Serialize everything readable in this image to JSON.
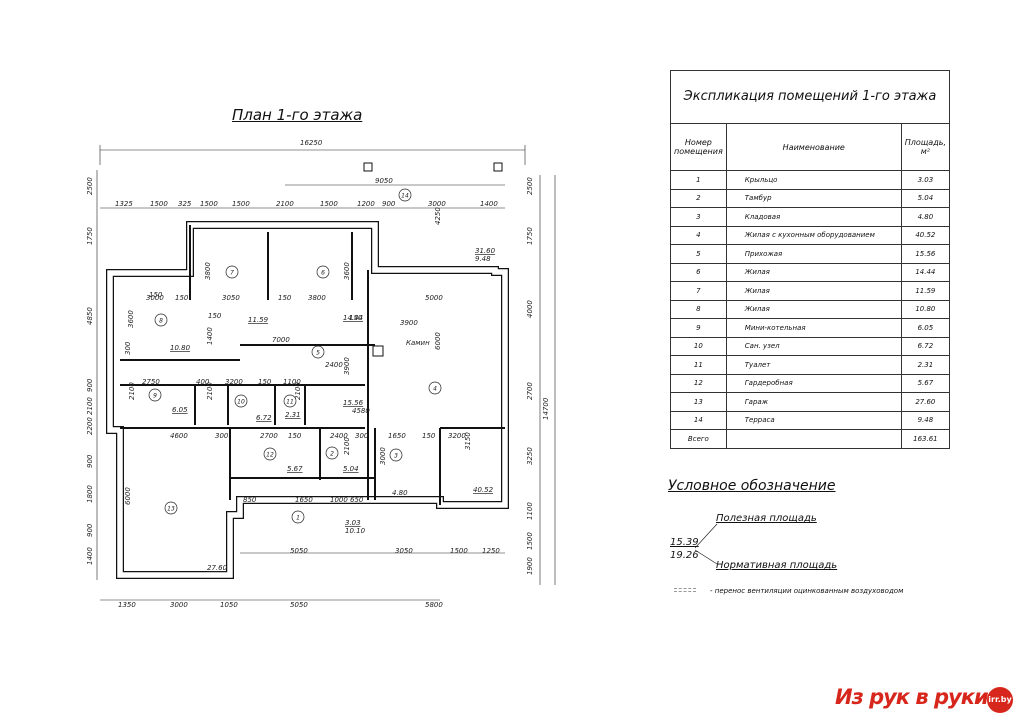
{
  "plan": {
    "title": "План 1-го этажа",
    "fireplace_label": "Камин",
    "dims_top": [
      "1325",
      "1500",
      "325",
      "1500",
      "1500",
      "2100",
      "1500",
      "1200",
      "900",
      "3000",
      "1400"
    ],
    "dims_overall": "16250",
    "dims_terrace": "9050",
    "dims_bottom": [
      "1350",
      "3000",
      "1050",
      "5050",
      "5800"
    ],
    "dims_bottom2": [
      "5050",
      "3050",
      "1500",
      "1250"
    ],
    "dims_left": [
      "2500",
      "1750",
      "4850",
      "900",
      "2100",
      "2200",
      "900",
      "1800",
      "900",
      "1400"
    ],
    "dims_right": [
      "2500",
      "1750",
      "4000",
      "2700",
      "3250",
      "1100",
      "1500",
      "1900"
    ],
    "dims_right_total": "14700",
    "inner_dims": [
      "3000",
      "150",
      "3050",
      "150",
      "3800",
      "5000",
      "7000",
      "2400",
      "2750",
      "400",
      "3200",
      "150",
      "1100",
      "4600",
      "300",
      "2700",
      "150",
      "2400",
      "300",
      "1650",
      "150",
      "3200",
      "850",
      "1650",
      "1000",
      "650",
      "3600",
      "3800",
      "3600",
      "6000",
      "3900",
      "2100",
      "2100",
      "3150",
      "3000",
      "6000",
      "4250",
      "3900",
      "300",
      "1400",
      "2100",
      "2100",
      "150",
      "150",
      "150"
    ],
    "room_areas": [
      {
        "num": "1",
        "area": "3.03",
        "area2": "10.10"
      },
      {
        "num": "2",
        "area": "5.04"
      },
      {
        "num": "3",
        "area": "4.80"
      },
      {
        "num": "4",
        "area": "40.52"
      },
      {
        "num": "5",
        "area": "15.56"
      },
      {
        "num": "6",
        "area": "14.44"
      },
      {
        "num": "7",
        "area": "11.59"
      },
      {
        "num": "8",
        "area": "10.80"
      },
      {
        "num": "9",
        "area": "6.05"
      },
      {
        "num": "10",
        "area": "6.72"
      },
      {
        "num": "11",
        "area": "2.31"
      },
      {
        "num": "12",
        "area": "5.67"
      },
      {
        "num": "13",
        "area": "27.60"
      },
      {
        "num": "14",
        "area": "31.60",
        "area2": "9.48"
      }
    ],
    "extra_labels": {
      "a": "4580"
    }
  },
  "explication": {
    "title": "Экспликация помещений 1-го этажа",
    "col_num": "Номер помещения",
    "col_name": "Наименование",
    "col_area": "Площадь, м²",
    "rows": [
      {
        "num": "1",
        "name": "Крыльцо",
        "area": "3.03"
      },
      {
        "num": "2",
        "name": "Тамбур",
        "area": "5.04"
      },
      {
        "num": "3",
        "name": "Кладовая",
        "area": "4.80"
      },
      {
        "num": "4",
        "name": "Жилая с кухонным оборудованием",
        "area": "40.52"
      },
      {
        "num": "5",
        "name": "Прихожая",
        "area": "15.56"
      },
      {
        "num": "6",
        "name": "Жилая",
        "area": "14.44"
      },
      {
        "num": "7",
        "name": "Жилая",
        "area": "11.59"
      },
      {
        "num": "8",
        "name": "Жилая",
        "area": "10.80"
      },
      {
        "num": "9",
        "name": "Мини-котельная",
        "area": "6.05"
      },
      {
        "num": "10",
        "name": "Сан. узел",
        "area": "6.72"
      },
      {
        "num": "11",
        "name": "Туалет",
        "area": "2.31"
      },
      {
        "num": "12",
        "name": "Гардеробная",
        "area": "5.67"
      },
      {
        "num": "13",
        "name": "Гараж",
        "area": "27.60"
      },
      {
        "num": "14",
        "name": "Терраса",
        "area": "9.48"
      }
    ],
    "total_label": "Всего",
    "total_value": "163.61"
  },
  "legend": {
    "title": "Условное обозначение",
    "useful_label": "Полезная площадь",
    "normative_label": "Нормативная площадь",
    "useful_value": "15.39",
    "normative_value": "19.26",
    "vent_note": "- перенос вентиляции оцинкованным воздуховодом"
  },
  "watermark": {
    "text": "Из рук в руки",
    "badge": "irr.by",
    "color": "#d7261b"
  }
}
